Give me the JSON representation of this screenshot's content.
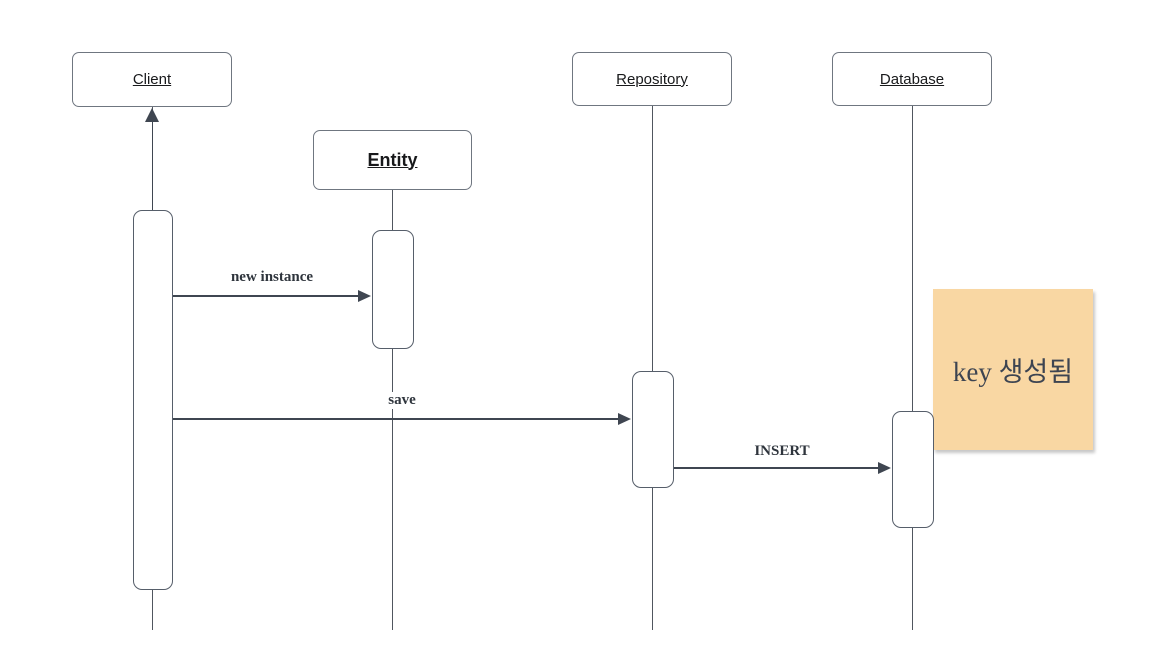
{
  "diagram": {
    "type": "uml-sequence",
    "lifelines": [
      {
        "label": "Client"
      },
      {
        "label": "Entity"
      },
      {
        "label": "Repository"
      },
      {
        "label": "Database"
      }
    ],
    "messages": [
      {
        "label": "new instance",
        "from": "Client",
        "to": "Entity"
      },
      {
        "label": "save",
        "from": "Client",
        "to": "Repository"
      },
      {
        "label": "INSERT",
        "from": "Repository",
        "to": "Database"
      }
    ],
    "note": {
      "text": "key 생성됨",
      "fill": "#F9D7A3"
    },
    "colors": {
      "background": "#ffffff",
      "box_border": "#6f7680",
      "lifeline": "#50565f",
      "arrow": "#3f4651",
      "note_fill": "#F9D7A3",
      "text": "#18191b"
    }
  }
}
